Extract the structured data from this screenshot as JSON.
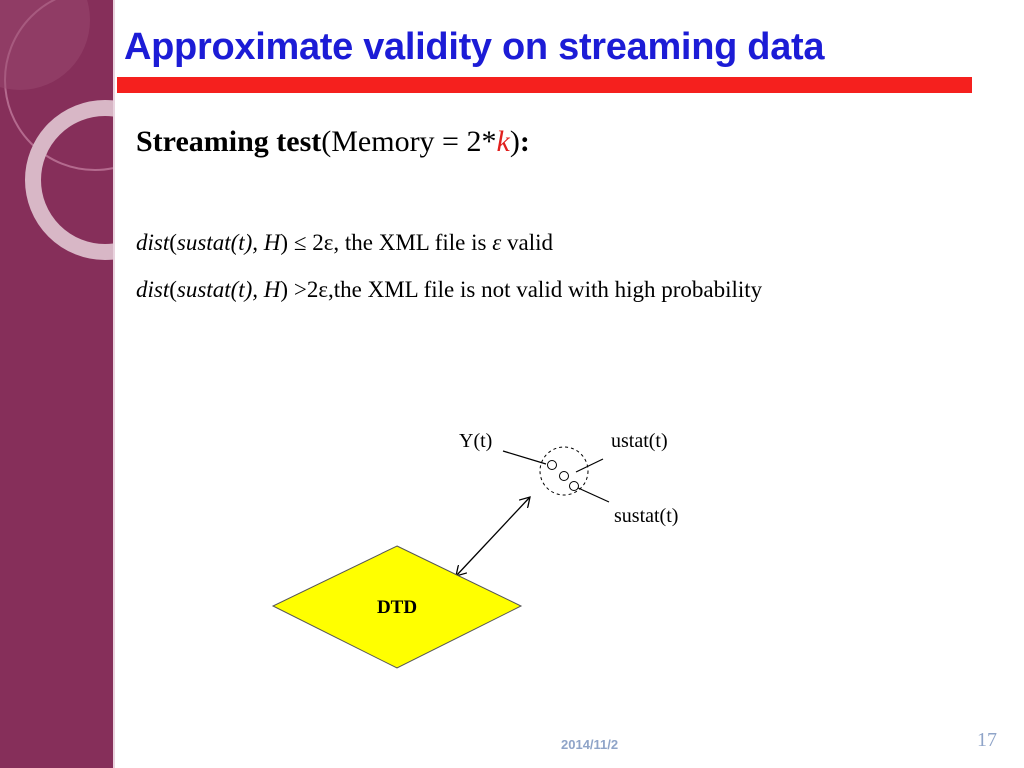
{
  "slide": {
    "title": "Approximate validity on streaming data",
    "subtitle": {
      "bold": "Streaming test",
      "open": "(Memory = 2*",
      "var": "k",
      "close": ")",
      "colon": ":"
    },
    "equations": [
      {
        "lhs_fn": "dist",
        "lhs_open": "(",
        "lhs_inner": "sustat",
        "lhs_arg": "(t), H",
        "lhs_close": ")",
        "op": "≤ 2ε,",
        "text": "the XML file is",
        "eps": "ε",
        "tail": "valid"
      },
      {
        "lhs_fn": "dist",
        "lhs_open": "(",
        "lhs_inner": "sustat",
        "lhs_arg": "(t), H",
        "lhs_close": ")",
        "op": ">2ε,",
        "text": "the XML file is not valid with high probability",
        "eps": "",
        "tail": ""
      }
    ],
    "diagram": {
      "label_yt": "Y(t)",
      "label_ustat": "ustat(t)",
      "label_sustat": "sustat(t)",
      "dtd": "DTD",
      "colors": {
        "dtd_fill": "#ffff00",
        "accent_red": "#f5201e",
        "title_blue": "#1c1cd6",
        "sidebar": "#862f5a"
      }
    },
    "footer": {
      "date": "2014/11/2",
      "page": "17"
    }
  }
}
